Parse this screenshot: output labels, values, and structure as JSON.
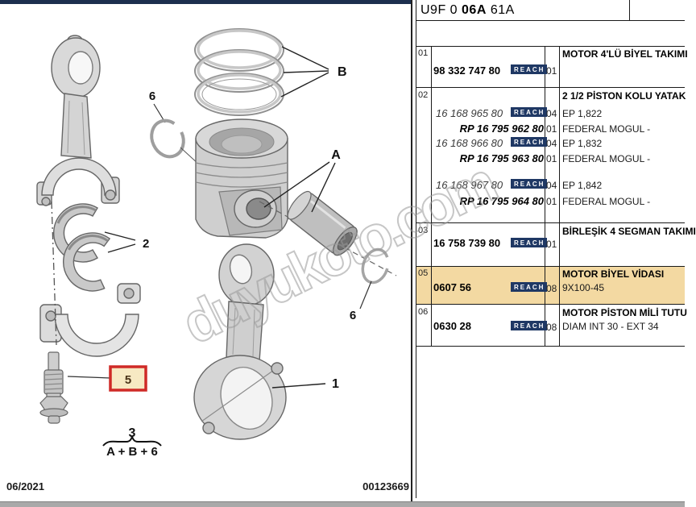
{
  "header": {
    "code_part1": "U9F 0 ",
    "code_bold": "06A",
    "code_part2": " 61A"
  },
  "footer": {
    "date": "06/2021",
    "doc_number": "00123669"
  },
  "watermark": "duyukoto.com",
  "colors": {
    "highlight_row": "#f3d9a2",
    "reach_badge_bg": "#1f3864",
    "label_box_border": "#cf2a27",
    "label_box_fill": "#f7e9c3",
    "top_bar": "#1c2f4e"
  },
  "diagram": {
    "labels": {
      "piston_rings": "B",
      "piston_assembly": "A",
      "connecting_rod": "1",
      "bearing_shells": "2",
      "rod_bolt": "5",
      "circlip_left": "6",
      "circlip_right": "6",
      "formula_total": "3",
      "formula_sum": "A + B + 6"
    }
  },
  "table": {
    "reach": "REACH",
    "rows": {
      "r1": {
        "num": "01",
        "pn": "98 332 747 80",
        "qty": "01",
        "desc": "MOTOR 4'LÜ BİYEL TAKIMI"
      },
      "r2": {
        "num": "02",
        "desc": "2 1/2 PİSTON KOLU YATAK",
        "lines": [
          {
            "pn": "16 168 965 80",
            "qty": "04",
            "desc": "EP 1,822"
          },
          {
            "pn": "RP 16 795 962 80",
            "qty": "01",
            "desc": "FEDERAL MOGUL -"
          },
          {
            "pn": "16 168 966 80",
            "qty": "04",
            "desc": "EP 1,832"
          },
          {
            "pn": "RP 16 795 963 80",
            "qty": "01",
            "desc": "FEDERAL MOGUL -"
          },
          {
            "pn": "16 168 967 80",
            "qty": "04",
            "desc": "EP 1,842"
          },
          {
            "pn": "RP 16 795 964 80",
            "qty": "01",
            "desc": "FEDERAL MOGUL -"
          }
        ]
      },
      "r3": {
        "num": "03",
        "pn": "16 758 739 80",
        "qty": "01",
        "desc": "BİRLEŞİK 4 SEGMAN TAKIMI"
      },
      "r5": {
        "num": "05",
        "pn": "0607 56",
        "qty": "08",
        "desc": "MOTOR BİYEL VİDASI",
        "desc2": "9X100-45"
      },
      "r6": {
        "num": "06",
        "pn": "0630 28",
        "qty": "08",
        "desc": "MOTOR PİSTON MİLİ TUTU",
        "desc2": "DIAM INT 30 - EXT 34"
      }
    }
  }
}
